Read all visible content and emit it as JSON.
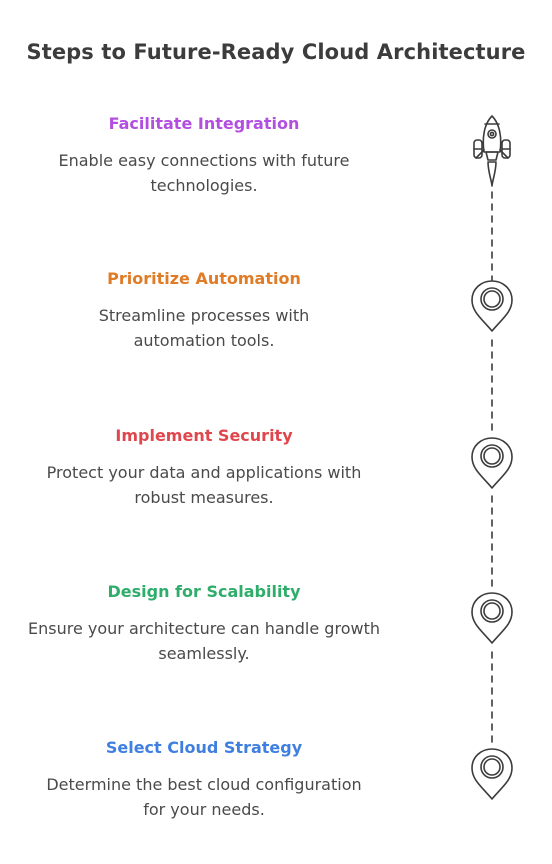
{
  "title": "Steps to Future-Ready Cloud Architecture",
  "steps": [
    {
      "title": "Facilitate Integration",
      "description": "Enable easy connections with future technologies.",
      "color": "#b24fe0",
      "icon": "rocket-icon"
    },
    {
      "title": "Prioritize Automation",
      "description": "Streamline processes with automation tools.",
      "color": "#e07b26",
      "icon": "map-pin-icon"
    },
    {
      "title": "Implement Security",
      "description": "Protect your data and applications with robust measures.",
      "color": "#e0474c",
      "icon": "map-pin-icon"
    },
    {
      "title": "Design for Scalability",
      "description": "Ensure your architecture can handle growth seamlessly.",
      "color": "#2fae6b",
      "icon": "map-pin-icon"
    },
    {
      "title": "Select Cloud Strategy",
      "description": "Determine the best cloud configuration for your needs.",
      "color": "#3f7fe0",
      "icon": "map-pin-icon"
    }
  ]
}
